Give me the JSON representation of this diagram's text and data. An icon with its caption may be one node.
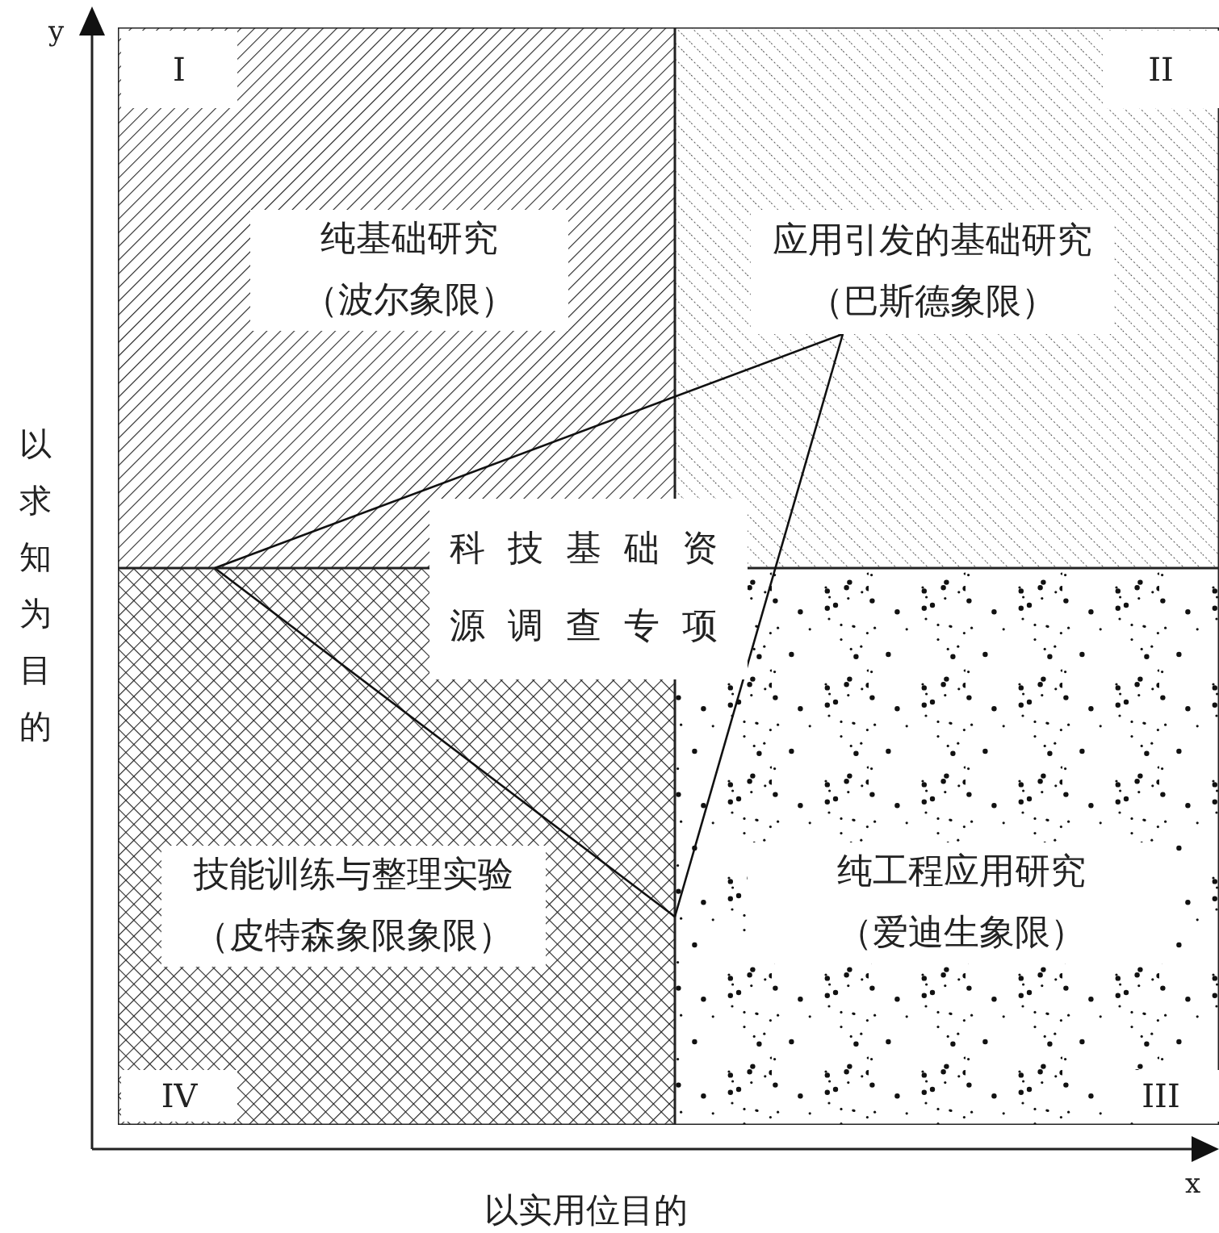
{
  "diagram": {
    "nodes": [
      {
        "text": [
          "I"
        ]
      },
      {
        "text": [
          "纯基础研究",
          "（波尔象限）"
        ],
        "in": 0
      },
      {
        "text": [
          "II"
        ]
      },
      {
        "text": [
          "应用引发的基础研究",
          "（巴斯德象限）"
        ],
        "in": 2
      },
      {
        "text": [
          "科技基础资源调查专项"
        ]
      },
      {
        "text": [
          "IV"
        ]
      },
      {
        "text": [
          "技能训练与整理实验",
          "（皮特森象限象限）"
        ],
        "in": 5
      },
      {
        "text": [
          "III"
        ]
      },
      {
        "text": [
          "纯工程应用研究",
          "（爱迪生象限）"
        ],
        "in": 7
      }
    ],
    "edges": [
      {
        "from": 5,
        "to": 3,
        "arrow": "none"
      },
      {
        "from": 3,
        "to": 7,
        "arrow": "none"
      },
      {
        "from": 5,
        "to": 7,
        "arrow": "none"
      }
    ],
    "labels": [
      "y",
      "以求知为目的",
      "x",
      "以实用位目的"
    ]
  }
}
